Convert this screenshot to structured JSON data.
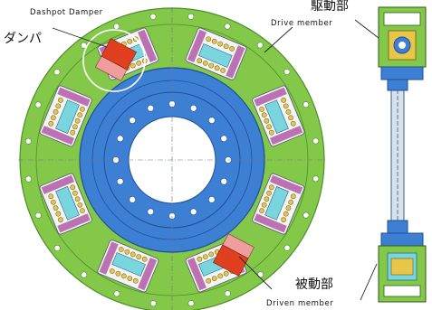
{
  "labels": {
    "dashpot_en": "Dashpot Damper",
    "dashpot_jp": "ダンパ",
    "drive_jp": "駆動部",
    "drive_en": "Drive member",
    "driven_jp": "被動部",
    "driven_en": "Driven member"
  },
  "colors": {
    "outer_ring": "#84c84a",
    "outer_ring_dark": "#4f8e2c",
    "inner_hub": "#3d7fd3",
    "inner_hub_dark": "#1f4f9a",
    "damper_red": "#e0401f",
    "damper_pink": "#ef9d9d",
    "cyan_part": "#79d6df",
    "pocket_white": "#f2f4f7",
    "magenta_part": "#b35aa6",
    "spring_yellow": "#e8c64a"
  }
}
